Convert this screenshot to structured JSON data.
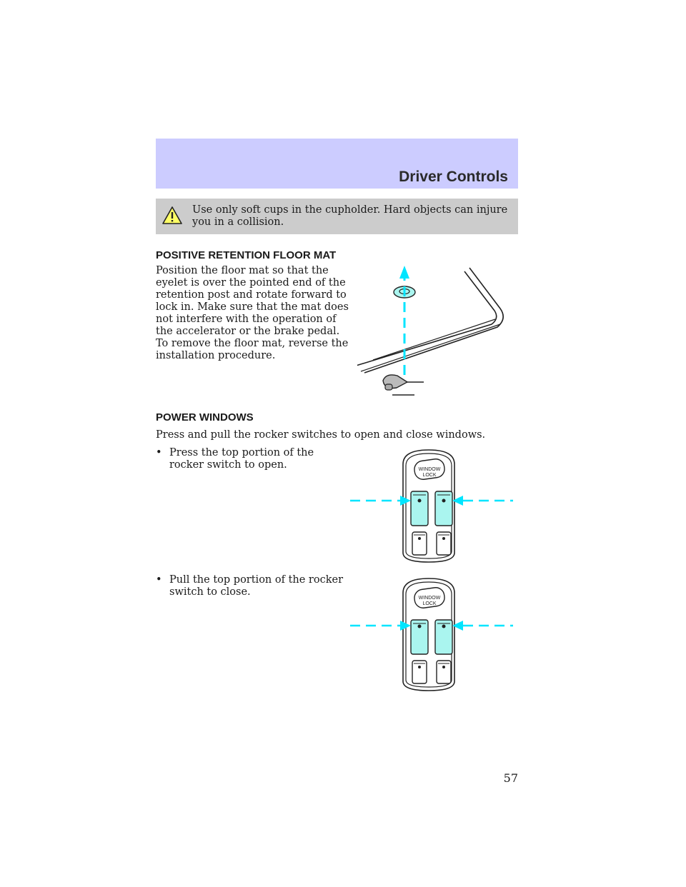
{
  "header": {
    "section_title": "Driver Controls"
  },
  "warning": {
    "icon": "warning-triangle-icon",
    "text": "Use only soft cups in the cupholder. Hard objects can injure you in a collision."
  },
  "floor_mat": {
    "heading": "POSITIVE RETENTION FLOOR MAT",
    "lines": [
      "Position the floor mat so that the",
      "eyelet is over the pointed end of the",
      "retention post and rotate forward to",
      "lock in. Make sure that the mat does",
      "not interfere with the operation of",
      "the accelerator or the brake pedal.",
      "To remove the floor mat, reverse the",
      "installation procedure."
    ]
  },
  "power_windows": {
    "heading": "POWER WINDOWS",
    "intro": "Press and pull the rocker switches to open and close windows.",
    "bullet_symbol": "•",
    "bullets": [
      {
        "line1": "Press the top portion of the",
        "line2": "rocker switch to open."
      },
      {
        "line1": "Pull the top portion of the rocker",
        "line2": "switch to close."
      }
    ],
    "switch_label_line1": "WINDOW",
    "switch_label_line2": "LOCK"
  },
  "page_number": "57",
  "colors": {
    "header_band": "#ccccff",
    "warning_bg": "#cccccc",
    "accent_cyan": "#00e5ff",
    "switch_fill": "#aaf5ef"
  }
}
